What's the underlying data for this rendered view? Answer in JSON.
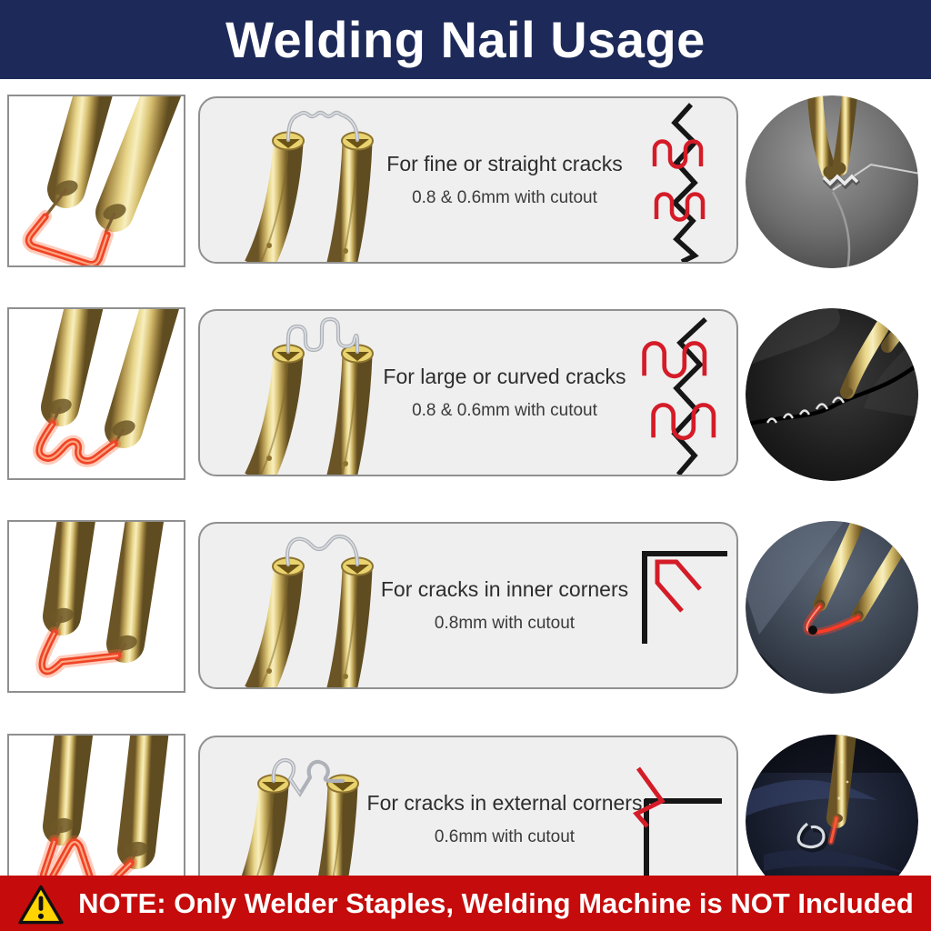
{
  "header": {
    "title": "Welding Nail Usage"
  },
  "rows": [
    {
      "title": "For fine or straight cracks",
      "subtitle": "0.8 & 0.6mm with cutout"
    },
    {
      "title": "For large or curved cracks",
      "subtitle": "0.8 & 0.6mm with cutout"
    },
    {
      "title": "For cracks in inner corners",
      "subtitle": "0.8mm with cutout"
    },
    {
      "title": "For cracks in external corners",
      "subtitle": "0.6mm with cutout"
    }
  ],
  "note": {
    "label": "NOTE: Only Welder Staples, Welding Machine is NOT Included"
  },
  "icons": {
    "note": "warning-triangle-icon"
  },
  "colors": {
    "header_bg": "#1d2a59",
    "note_bg": "#c50b0b",
    "diagram_red": "#d41c28",
    "diagram_black": "#161616",
    "panel_bg": "#efefef",
    "panel_border": "#8f8f8f",
    "glow_red": "#ef4426",
    "brass": "#d9c272"
  }
}
